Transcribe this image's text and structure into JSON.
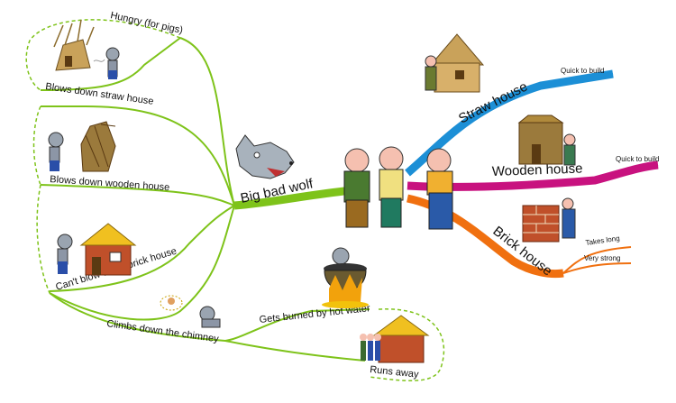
{
  "map": {
    "center": {
      "icon": "three-little-pigs"
    },
    "wolf_branch": {
      "label": "Big bad wolf",
      "color": "#7ec31a",
      "icon": "wolf-head",
      "children": [
        {
          "label": "Blows down straw house",
          "icon": "wolf-blowing-straw-house"
        },
        {
          "label": "Blows down wooden house",
          "icon": "wolf-blowing-wooden-house"
        },
        {
          "label": "Can't blow down brick house",
          "icon": "wolf-at-brick-house"
        },
        {
          "label": "Climbs down the chimney",
          "icon": "wolf-climbing"
        },
        {
          "label": "Gets burned by hot water",
          "icon": "wolf-in-pot"
        },
        {
          "label": "Runs away",
          "icon": "pigs-at-brick-house"
        }
      ],
      "relationship": {
        "label": "Hungry (for pigs)"
      }
    },
    "houses": [
      {
        "label": "Straw house",
        "color": "#1c8fd6",
        "icon": "straw-hut",
        "notes": [
          "Quick to build"
        ]
      },
      {
        "label": "Wooden house",
        "color": "#c8127f",
        "icon": "wooden-hut",
        "notes": [
          "Quick to build"
        ]
      },
      {
        "label": "Brick house",
        "color": "#f07010",
        "icon": "brick-wall",
        "notes": [
          "Takes long",
          "Very strong"
        ]
      }
    ]
  }
}
